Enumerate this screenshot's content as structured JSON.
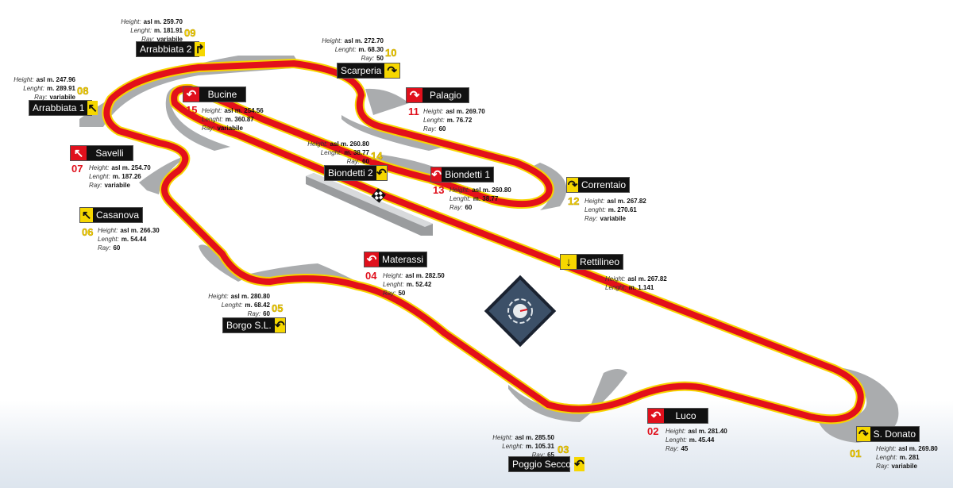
{
  "labels": {
    "height": "Height:",
    "length": "Lenght:",
    "ray": "Ray:"
  },
  "colors": {
    "track": "#e3101a",
    "track_edge": "#f7d400",
    "runoff": "#a9abad",
    "sign_red": "#e0101c",
    "sign_yellow": "#f6d700"
  },
  "corners": [
    {
      "id": "s-donato",
      "number": "01",
      "name": "S. Donato",
      "height": "asl m. 269.80",
      "length": "m. 281",
      "ray": "variabile",
      "color": "yellow",
      "arrow": "turn-right-down-icon"
    },
    {
      "id": "luco",
      "number": "02",
      "name": "Luco",
      "height": "asl m. 281.40",
      "length": "m. 45.44",
      "ray": "45",
      "color": "red",
      "arrow": "turn-left-down-icon"
    },
    {
      "id": "poggio-secco",
      "number": "03",
      "name": "Poggio Secco",
      "height": "asl m. 285.50",
      "length": "m. 105.31",
      "ray": "65",
      "color": "yellow",
      "arrow": "turn-left-down-icon"
    },
    {
      "id": "materassi",
      "number": "04",
      "name": "Materassi",
      "height": "asl m. 282.50",
      "length": "m. 52.42",
      "ray": "50",
      "color": "red",
      "arrow": "turn-left-down-icon"
    },
    {
      "id": "borgo-sl",
      "number": "05",
      "name": "Borgo S.L.",
      "height": "asl m. 280.80",
      "length": "m. 68.42",
      "ray": "60",
      "color": "yellow",
      "arrow": "turn-left-down-icon"
    },
    {
      "id": "casanova",
      "number": "06",
      "name": "Casanova",
      "height": "asl m. 266.30",
      "length": "m. 54.44",
      "ray": "60",
      "color": "yellow",
      "arrow": "turn-left-up-icon"
    },
    {
      "id": "savelli",
      "number": "07",
      "name": "Savelli",
      "height": "asl m. 254.70",
      "length": "m. 187.26",
      "ray": "variabile",
      "color": "red",
      "arrow": "turn-left-up-icon"
    },
    {
      "id": "arrabbiata-1",
      "number": "08",
      "name": "Arrabbiata 1",
      "height": "asl m. 247.96",
      "length": "m. 289.91",
      "ray": "variabile",
      "color": "yellow",
      "arrow": "turn-left-up-icon"
    },
    {
      "id": "arrabbiata-2",
      "number": "09",
      "name": "Arrabbiata 2",
      "height": "asl m. 259.70",
      "length": "m. 181.91",
      "ray": "variabile",
      "color": "yellow",
      "arrow": "turn-right-up-icon"
    },
    {
      "id": "scarperia",
      "number": "10",
      "name": "Scarperia",
      "height": "asl m. 272.70",
      "length": "m. 68.30",
      "ray": "50",
      "color": "yellow",
      "arrow": "turn-right-down-icon"
    },
    {
      "id": "palagio",
      "number": "11",
      "name": "Palagio",
      "height": "asl m. 269.70",
      "length": "m. 76.72",
      "ray": "60",
      "color": "red",
      "arrow": "turn-right-down-icon"
    },
    {
      "id": "correntaio",
      "number": "12",
      "name": "Correntaio",
      "height": "asl m. 267.82",
      "length": "m. 270.61",
      "ray": "variabile",
      "color": "yellow",
      "arrow": "turn-right-down-icon"
    },
    {
      "id": "biondetti-1",
      "number": "13",
      "name": "Biondetti 1",
      "height": "asl m. 260.80",
      "length": "m. 38.77",
      "ray": "60",
      "color": "red",
      "arrow": "turn-left-down-icon"
    },
    {
      "id": "biondetti-2",
      "number": "14",
      "name": "Biondetti 2",
      "height": "asl m. 260.80",
      "length": "m. 38.77",
      "ray": "60",
      "color": "yellow",
      "arrow": "turn-left-down-icon"
    },
    {
      "id": "bucine",
      "number": "15",
      "name": "Bucine",
      "height": "asl m. 254.56",
      "length": "m. 360.87",
      "ray": "variabile",
      "color": "red",
      "arrow": "turn-left-down-icon"
    },
    {
      "id": "rettilineo",
      "number": "",
      "name": "Rettilineo",
      "height": "asl m. 267.82",
      "length": "m. 1.141",
      "ray": "",
      "color": "yellow",
      "arrow": "straight-down-icon"
    }
  ]
}
